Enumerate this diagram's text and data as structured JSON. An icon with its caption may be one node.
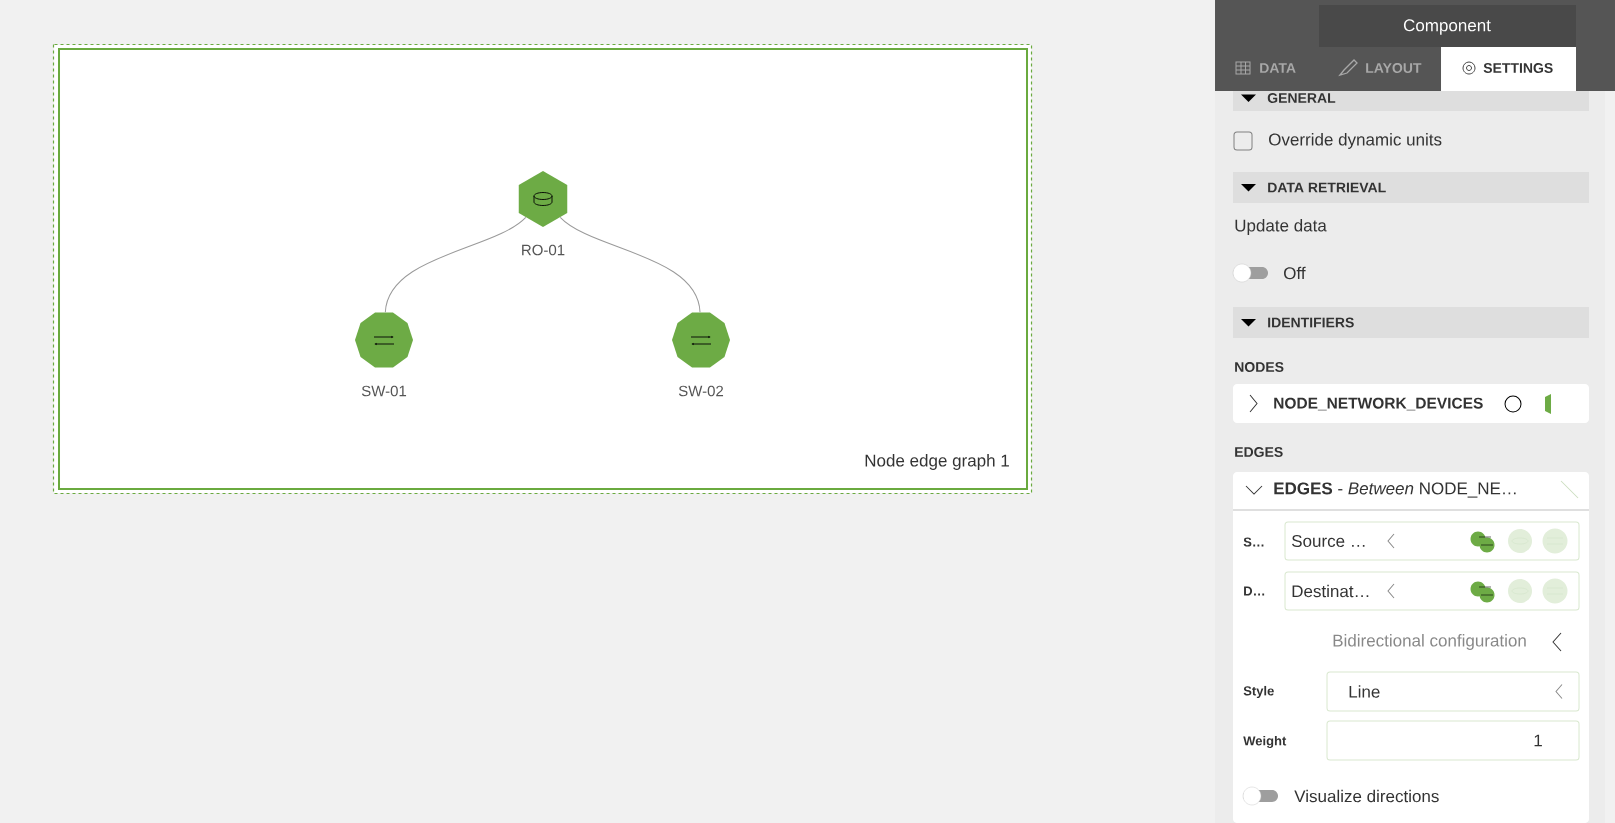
{
  "diagram": {
    "nodes": [
      {
        "text": [
          "RO-01"
        ]
      },
      {
        "text": [
          "SW-01"
        ]
      },
      {
        "text": [
          "SW-02"
        ]
      }
    ],
    "edges": [
      {
        "from": 0,
        "to": 1,
        "arrow": "none"
      },
      {
        "from": 0,
        "to": 2,
        "arrow": "none"
      }
    ],
    "labels": [
      "Node edge graph 1",
      "Component",
      "DATA",
      "LAYOUT",
      "SETTINGS",
      "GENERAL",
      "Override dynamic units",
      "DATA RETRIEVAL",
      "Update data",
      "Off",
      "IDENTIFIERS",
      "NODES",
      "NODE_NETWORK_DEVICES",
      "EDGES",
      "**EDGES** - *Between* NODE_NE…",
      "S…",
      "Source …",
      "D…",
      "Destinat…",
      "Bidirectional configuration",
      "Style",
      "Line",
      "Weight",
      "1",
      "Visualize directions"
    ]
  }
}
